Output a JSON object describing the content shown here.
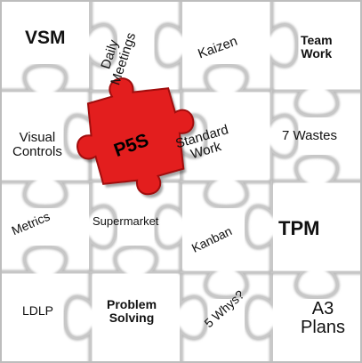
{
  "diagram": {
    "colors": {
      "background": "#ffffff",
      "piece_fill": "#f4f4f4",
      "piece_edge": "#c8c8c8",
      "gap_shadow": "#bdbdbd",
      "highlight_piece": "#e31e1e",
      "highlight_edge": "#a10d0d",
      "text": "#111111"
    },
    "labels": {
      "vsm": "VSM",
      "daily_meetings_line1": "Daily",
      "daily_meetings_line2": "Meetings",
      "kaizen": "Kaizen",
      "team_work_line1": "Team",
      "team_work_line2": "Work",
      "visual_controls_line1": "Visual",
      "visual_controls_line2": "Controls",
      "p5s": "P5S",
      "standard_work_line1": "Standard",
      "standard_work_line2": "Work",
      "seven_wastes": "7 Wastes",
      "metrics": "Metrics",
      "supermarket": "Supermarket",
      "kanban": "Kanban",
      "tpm": "TPM",
      "ldlp": "LDLP",
      "problem_solving_line1": "Problem",
      "problem_solving_line2": "Solving",
      "five_whys": "5 Whys?",
      "a3_plans_line1": "A3",
      "a3_plans_line2": "Plans"
    }
  }
}
